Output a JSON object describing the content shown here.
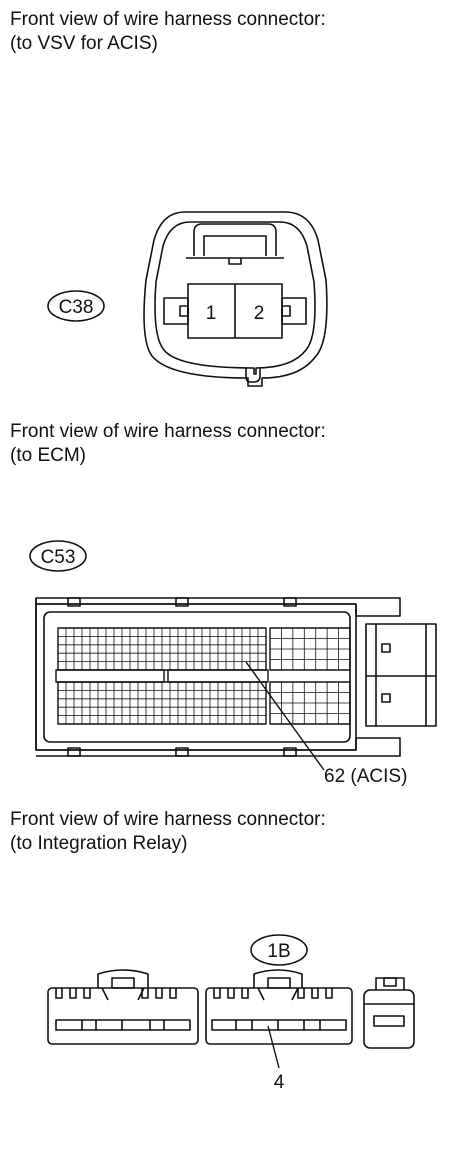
{
  "sections": [
    {
      "caption_line1": "Front view of wire harness connector:",
      "caption_line2": "(to VSV for ACIS)",
      "connector_id": "C38",
      "pins": [
        "1",
        "2"
      ]
    },
    {
      "caption_line1": "Front view of wire harness connector:",
      "caption_line2": "(to ECM)",
      "connector_id": "C53",
      "callout": "62 (ACIS)"
    },
    {
      "caption_line1": "Front view of wire harness connector:",
      "caption_line2": "(to Integration Relay)",
      "connector_id": "1B",
      "callout": "4"
    }
  ]
}
